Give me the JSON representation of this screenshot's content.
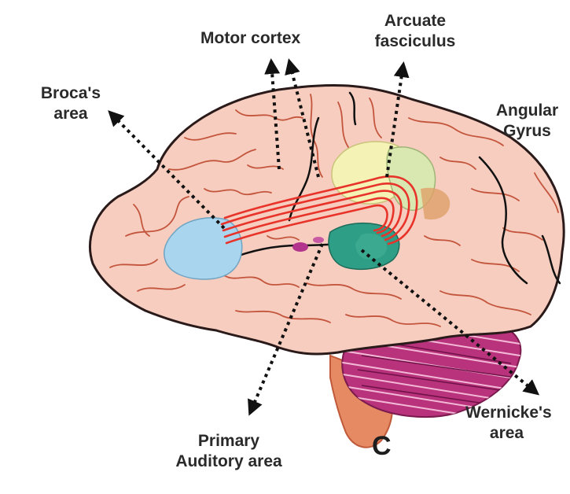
{
  "diagram": {
    "panel_letter": "C",
    "labels": {
      "motor_cortex": "Motor cortex",
      "arcuate_line1": "Arcuate",
      "arcuate_line2": "fasciculus",
      "broca_line1": "Broca's",
      "broca_line2": "area",
      "angular_line1": "Angular",
      "angular_line2": "Gyrus",
      "primary_line1": "Primary",
      "primary_line2": "Auditory area",
      "wernicke_line1": "Wernicke's",
      "wernicke_line2": "area"
    },
    "colors": {
      "cortex": "#f6cdbf",
      "sulcus": "#c4553d",
      "broca_region": "#a9d6ee",
      "supramarginal_region": "#f4f2b4",
      "angular_region": "#d9e8b0",
      "wernicke_region": "#2f9e86",
      "fasciculus_fibers": "#e8332a",
      "cerebellum": "#b8327c",
      "brainstem": "#e58a63",
      "auditory_spot": "#b3348c",
      "arrow": "#111111"
    }
  }
}
